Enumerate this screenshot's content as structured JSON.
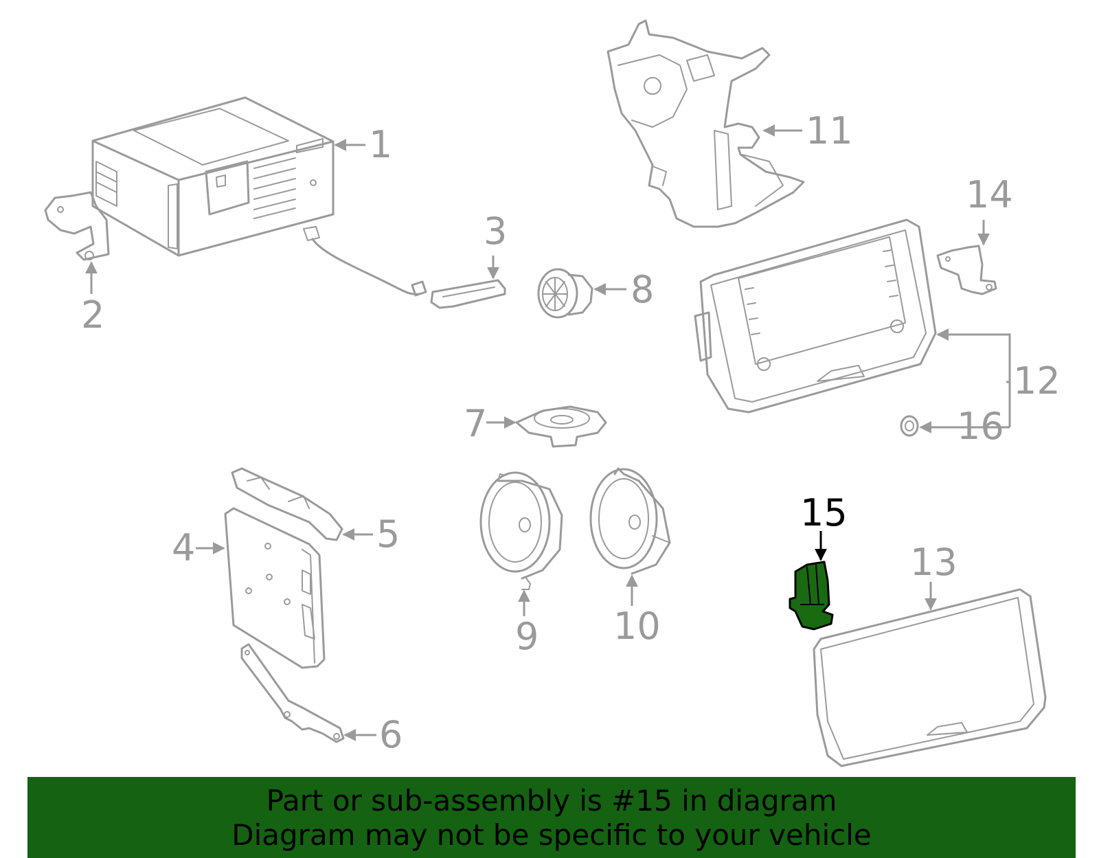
{
  "diagram": {
    "highlighted_part": "15",
    "callouts": {
      "c1": "1",
      "c2": "2",
      "c3": "3",
      "c4": "4",
      "c5": "5",
      "c6": "6",
      "c7": "7",
      "c8": "8",
      "c9": "9",
      "c10": "10",
      "c11": "11",
      "c12": "12",
      "c13": "13",
      "c14": "14",
      "c15": "15",
      "c16": "16"
    },
    "colors": {
      "line": "#9a9a9a",
      "highlight": "#1a6a12",
      "banner": "#146212"
    }
  },
  "banner": {
    "line1": "Part or sub-assembly is #15 in diagram",
    "line2": "Diagram may not be specific to your vehicle"
  }
}
